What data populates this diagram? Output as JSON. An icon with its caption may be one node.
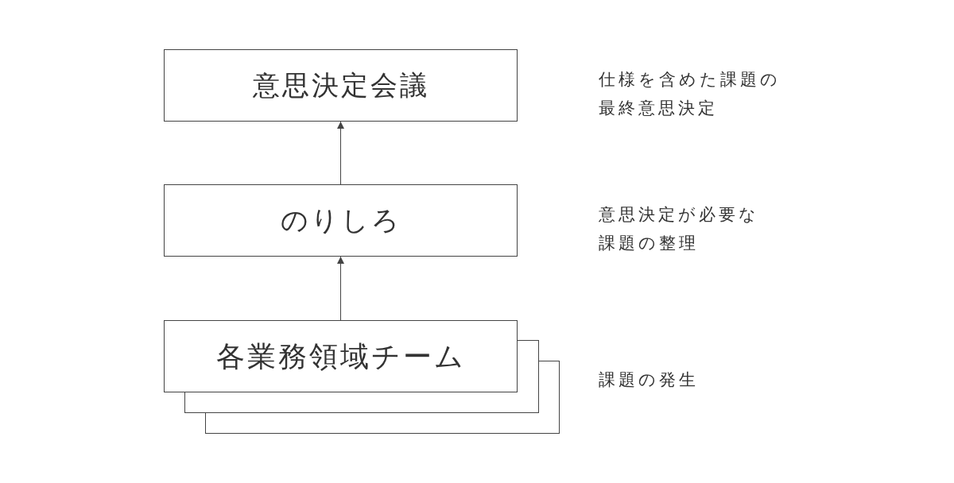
{
  "diagram": {
    "nodes": [
      {
        "text": [
          "意思決定会議"
        ]
      },
      {
        "text": [
          "のりしろ"
        ]
      },
      {
        "text": [
          "各業務領域チーム"
        ]
      },
      {
        "text": [],
        "shape": "box"
      },
      {
        "text": [],
        "shape": "box"
      }
    ],
    "edges": [
      {
        "from": 2,
        "to": 1,
        "arrow": "to"
      },
      {
        "from": 1,
        "to": 0,
        "arrow": "to"
      }
    ],
    "labels": [
      "仕様を含めた課題の最終意思決定",
      "意思決定が必要な課題の整理",
      "課題の発生"
    ]
  }
}
